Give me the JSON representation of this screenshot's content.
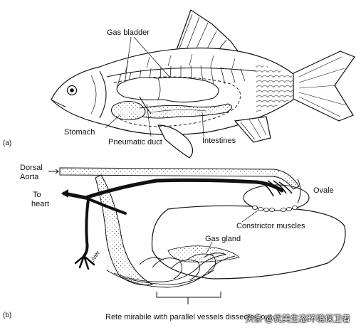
{
  "panels": {
    "a": "(a)",
    "b": "(b)"
  },
  "labels_a": {
    "gas_bladder": "Gas bladder",
    "stomach": "Stomach",
    "pneumatic_duct": "Pneumatic duct",
    "intestines": "Intestines"
  },
  "labels_b": {
    "dorsal": "Dorsal",
    "aorta": "Aorta",
    "to": "To",
    "heart": "heart",
    "ovale": "Ovale",
    "constrictor_muscles": "Constrictor muscles",
    "gas_gland": "Gas gland",
    "liver": "Liver",
    "rete_mirabile": "Rete mirabile with parallel vessels dissected out"
  },
  "watermark": "头条 @优美生态环境保卫者",
  "colors": {
    "ink": "#111111",
    "paper": "#ffffff",
    "vessel": "#111111"
  }
}
